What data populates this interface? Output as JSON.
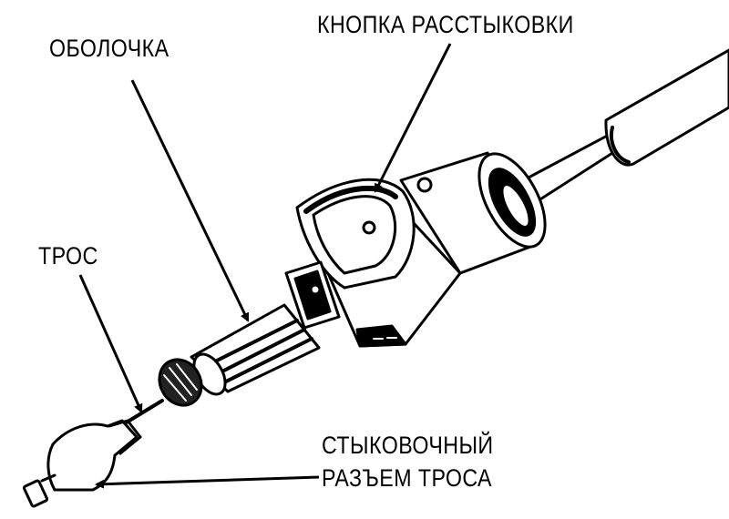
{
  "labels": {
    "release_button": "КНОПКА РАССТЫКОВКИ",
    "sheath": "ОБОЛОЧКА",
    "cable": "ТРОС",
    "cable_connector_line1": "СТЫКОВОЧНЫЙ",
    "cable_connector_line2": "РАЗЪЕМ ТРОСА"
  },
  "colors": {
    "ink": "#000000",
    "paper": "#ffffff"
  }
}
